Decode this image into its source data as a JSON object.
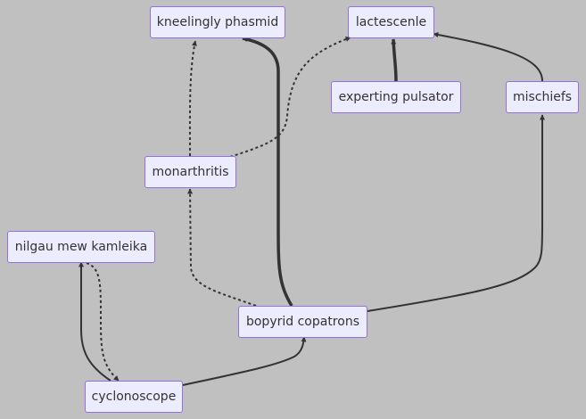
{
  "diagram": {
    "type": "flowchart",
    "colors": {
      "background": "#c0c0c0",
      "node_fill": "#ececff",
      "node_border": "#9370db",
      "edge": "#333333",
      "text": "#333333"
    },
    "nodes": [
      {
        "id": "kneelingly_phasmid",
        "label": "kneelingly phasmid"
      },
      {
        "id": "lactescenle",
        "label": "lactescenle"
      },
      {
        "id": "experting_pulsator",
        "label": "experting pulsator"
      },
      {
        "id": "mischiefs",
        "label": "mischiefs"
      },
      {
        "id": "monarthritis",
        "label": "monarthritis"
      },
      {
        "id": "nilgau_mew_kamleika",
        "label": "nilgau mew kamleika"
      },
      {
        "id": "bopyrid_copatrons",
        "label": "bopyrid copatrons"
      },
      {
        "id": "cyclonoscope",
        "label": "cyclonoscope"
      }
    ],
    "edges": [
      {
        "from": "monarthritis",
        "to": "kneelingly_phasmid",
        "style": "dotted"
      },
      {
        "from": "bopyrid_copatrons",
        "to": "kneelingly_phasmid",
        "style": "thick"
      },
      {
        "from": "monarthritis",
        "to": "lactescenle",
        "style": "dotted"
      },
      {
        "from": "experting_pulsator",
        "to": "lactescenle",
        "style": "thick"
      },
      {
        "from": "mischiefs",
        "to": "lactescenle",
        "style": "normal"
      },
      {
        "from": "bopyrid_copatrons",
        "to": "mischiefs",
        "style": "normal"
      },
      {
        "from": "bopyrid_copatrons",
        "to": "monarthritis",
        "style": "dotted"
      },
      {
        "from": "cyclonoscope",
        "to": "nilgau_mew_kamleika",
        "style": "normal"
      },
      {
        "from": "nilgau_mew_kamleika",
        "to": "cyclonoscope",
        "style": "dotted"
      },
      {
        "from": "cyclonoscope",
        "to": "bopyrid_copatrons",
        "style": "normal"
      }
    ]
  }
}
